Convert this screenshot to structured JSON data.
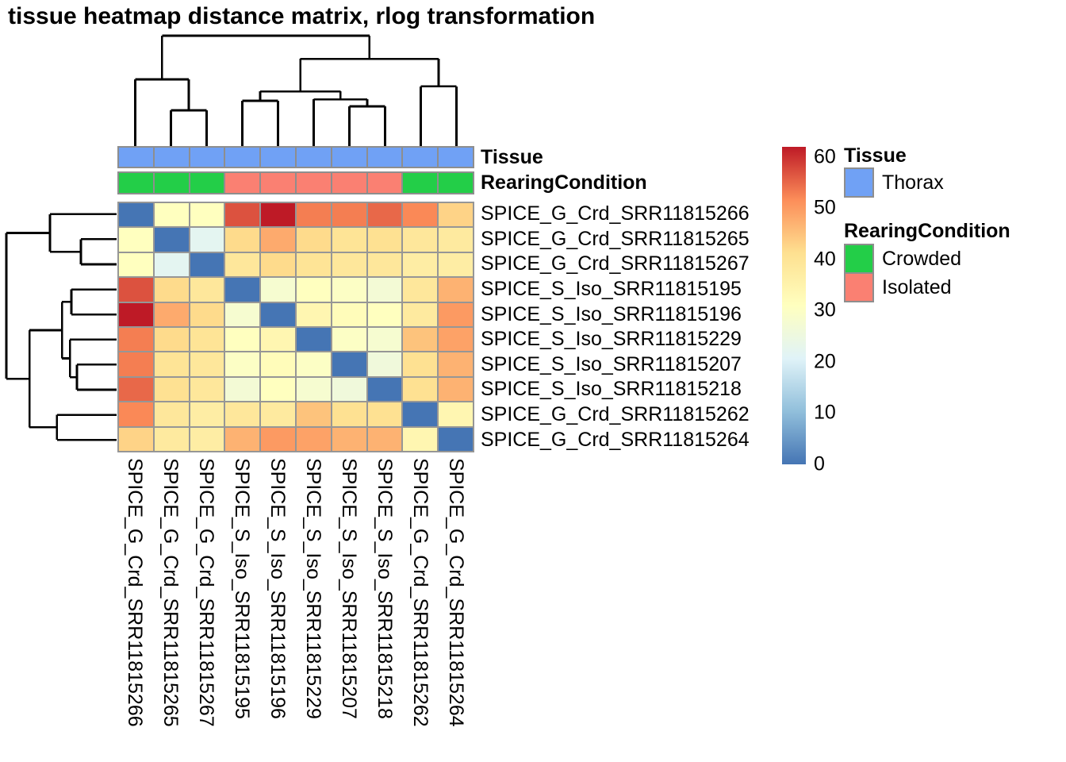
{
  "title": "tissue heatmap distance matrix, rlog transformation",
  "annotation_row_labels": {
    "tissue": "Tissue",
    "rearing": "RearingCondition"
  },
  "legend": {
    "tissue_title": "Tissue",
    "tissue_items": [
      {
        "label": "Thorax",
        "color": "#70A1F5"
      }
    ],
    "rearing_title": "RearingCondition",
    "rearing_items": [
      {
        "label": "Crowded",
        "color": "#23CE48"
      },
      {
        "label": "Isolated",
        "color": "#FA8072"
      }
    ]
  },
  "chart_data": {
    "type": "heatmap",
    "title": "tissue heatmap distance matrix, rlog transformation",
    "samples": [
      "SPICE_G_Crd_SRR11815266",
      "SPICE_G_Crd_SRR11815265",
      "SPICE_G_Crd_SRR11815267",
      "SPICE_S_Iso_SRR11815195",
      "SPICE_S_Iso_SRR11815196",
      "SPICE_S_Iso_SRR11815229",
      "SPICE_S_Iso_SRR11815207",
      "SPICE_S_Iso_SRR11815218",
      "SPICE_G_Crd_SRR11815262",
      "SPICE_G_Crd_SRR11815264"
    ],
    "matrix": [
      [
        0,
        31,
        31,
        57,
        62,
        53,
        53,
        55,
        52,
        43
      ],
      [
        31,
        0,
        22,
        42,
        48,
        42,
        40,
        41,
        39,
        38
      ],
      [
        31,
        22,
        0,
        39,
        42,
        40,
        39,
        39,
        37,
        37
      ],
      [
        57,
        42,
        39,
        0,
        28,
        31,
        30,
        27,
        39,
        47
      ],
      [
        62,
        48,
        42,
        28,
        0,
        34,
        32,
        31,
        38,
        50
      ],
      [
        53,
        42,
        40,
        31,
        34,
        0,
        30,
        28,
        45,
        49
      ],
      [
        53,
        40,
        39,
        30,
        32,
        30,
        0,
        26,
        41,
        47
      ],
      [
        55,
        41,
        39,
        27,
        31,
        28,
        26,
        0,
        41,
        47
      ],
      [
        52,
        39,
        37,
        39,
        38,
        45,
        41,
        41,
        0,
        34
      ],
      [
        43,
        38,
        37,
        47,
        50,
        49,
        47,
        47,
        34,
        0
      ]
    ],
    "scale": {
      "min": 0,
      "max": 62,
      "ticks": [
        0,
        10,
        20,
        30,
        40,
        50,
        60
      ]
    },
    "palette_stops": [
      "#4575B4",
      "#91BFDB",
      "#E0F3F8",
      "#FFFFBF",
      "#FEE090",
      "#FC8D59",
      "#BE1A26"
    ],
    "annotations": {
      "rows": [
        {
          "name": "Tissue",
          "values": [
            "Thorax",
            "Thorax",
            "Thorax",
            "Thorax",
            "Thorax",
            "Thorax",
            "Thorax",
            "Thorax",
            "Thorax",
            "Thorax"
          ]
        },
        {
          "name": "RearingCondition",
          "values": [
            "Crowded",
            "Crowded",
            "Crowded",
            "Isolated",
            "Isolated",
            "Isolated",
            "Isolated",
            "Isolated",
            "Crowded",
            "Crowded"
          ]
        }
      ],
      "colors": {
        "Thorax": "#70A1F5",
        "Crowded": "#23CE48",
        "Isolated": "#FA8072"
      }
    },
    "dendrogram": {
      "note": "same tree for rows and columns; h = merge height as fraction of tallest merge",
      "tree": {
        "h": 1.0,
        "c": [
          {
            "h": 0.604,
            "c": [
              0,
              {
                "h": 0.324,
                "c": [
                  1,
                  2
                ]
              }
            ]
          },
          {
            "h": 0.791,
            "c": [
              {
                "h": 0.496,
                "c": [
                  {
                    "h": 0.41,
                    "c": [
                      3,
                      4
                    ]
                  },
                  {
                    "h": 0.424,
                    "c": [
                      5,
                      {
                        "h": 0.36,
                        "c": [
                          6,
                          7
                        ]
                      }
                    ]
                  }
                ]
              },
              {
                "h": 0.54,
                "c": [
                  8,
                  9
                ]
              }
            ]
          }
        ]
      }
    },
    "legend_position": "right",
    "grid": "gray cell borders"
  }
}
